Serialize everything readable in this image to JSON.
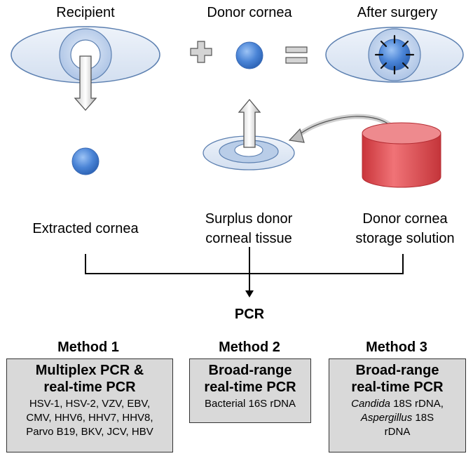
{
  "labels": {
    "recipient": "Recipient",
    "donor_cornea": "Donor cornea",
    "after_surgery": "After surgery",
    "extracted_cornea": "Extracted cornea",
    "surplus_line1": "Surplus donor",
    "surplus_line2": "corneal tissue",
    "storage_line1": "Donor cornea",
    "storage_line2": "storage solution",
    "pcr": "PCR"
  },
  "methods": [
    {
      "title": "Method 1",
      "head_line1": "Multiplex PCR &",
      "head_line2": "real-time PCR",
      "body": [
        "HSV-1, HSV-2, VZV, EBV,",
        "CMV, HHV6, HHV7, HHV8,",
        "Parvo B19, BKV, JCV, HBV"
      ]
    },
    {
      "title": "Method 2",
      "head_line1": "Broad-range",
      "head_line2": "real-time PCR",
      "body": [
        "Bacterial 16S rDNA"
      ]
    },
    {
      "title": "Method 3",
      "head_line1": "Broad-range",
      "head_line2": "real-time PCR",
      "body_italic_1": "Candida",
      "body_rest_1": " 18S rDNA,",
      "body_italic_2": "Aspergillus",
      "body_rest_2": " 18S",
      "body_line3": "rDNA"
    }
  ],
  "colors": {
    "eye_fill": "#dde6f3",
    "eye_stroke": "#5b7fb0",
    "iris_fill": "#b9cde8",
    "cornea_blue": "#4a84d6",
    "cylinder_red": "#e0474c",
    "box_fill": "#d9d9d9"
  }
}
